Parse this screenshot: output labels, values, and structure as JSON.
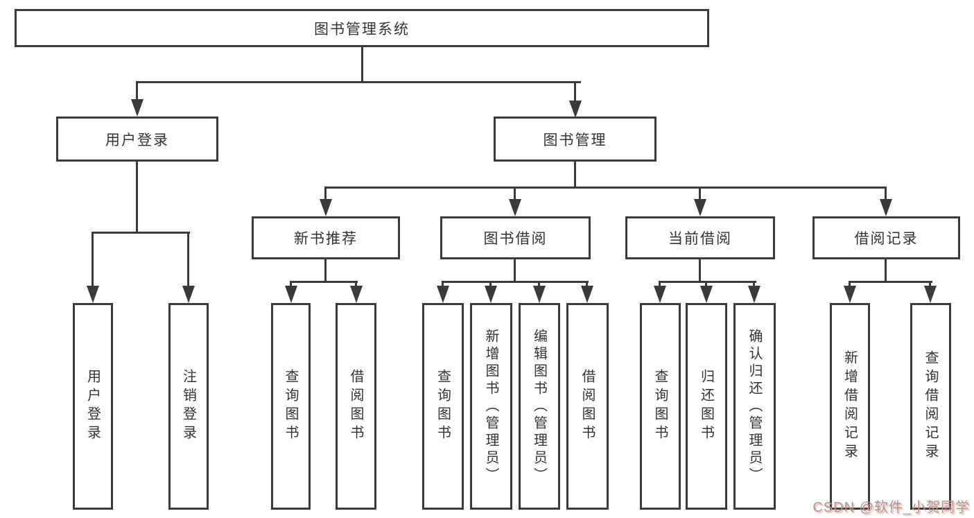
{
  "diagram_type": "functional-structure-tree",
  "colors": {
    "line": "#3a3a3a",
    "text": "#333333",
    "background": "#ffffff",
    "watermark_text": "#9c9c9c",
    "watermark_shadow": "#fc5531"
  },
  "tree": {
    "label": "图书管理系统",
    "children": [
      {
        "label": "用户登录",
        "children": [
          {
            "label": "用户登录"
          },
          {
            "label": "注销登录"
          }
        ]
      },
      {
        "label": "图书管理",
        "children": [
          {
            "label": "新书推荐",
            "children": [
              {
                "label": "查询图书"
              },
              {
                "label": "借阅图书"
              }
            ]
          },
          {
            "label": "图书借阅",
            "children": [
              {
                "label": "查询图书"
              },
              {
                "label": "新增图书（管理员）"
              },
              {
                "label": "编辑图书（管理员）"
              },
              {
                "label": "借阅图书"
              }
            ]
          },
          {
            "label": "当前借阅",
            "children": [
              {
                "label": "查询图书"
              },
              {
                "label": "归还图书"
              },
              {
                "label": "确认归还（管理员）"
              }
            ]
          },
          {
            "label": "借阅记录",
            "children": [
              {
                "label": "新增借阅记录"
              },
              {
                "label": "查询借阅记录"
              }
            ]
          }
        ]
      }
    ]
  },
  "watermark": {
    "text": "CSDN @软件_小贺同学"
  }
}
